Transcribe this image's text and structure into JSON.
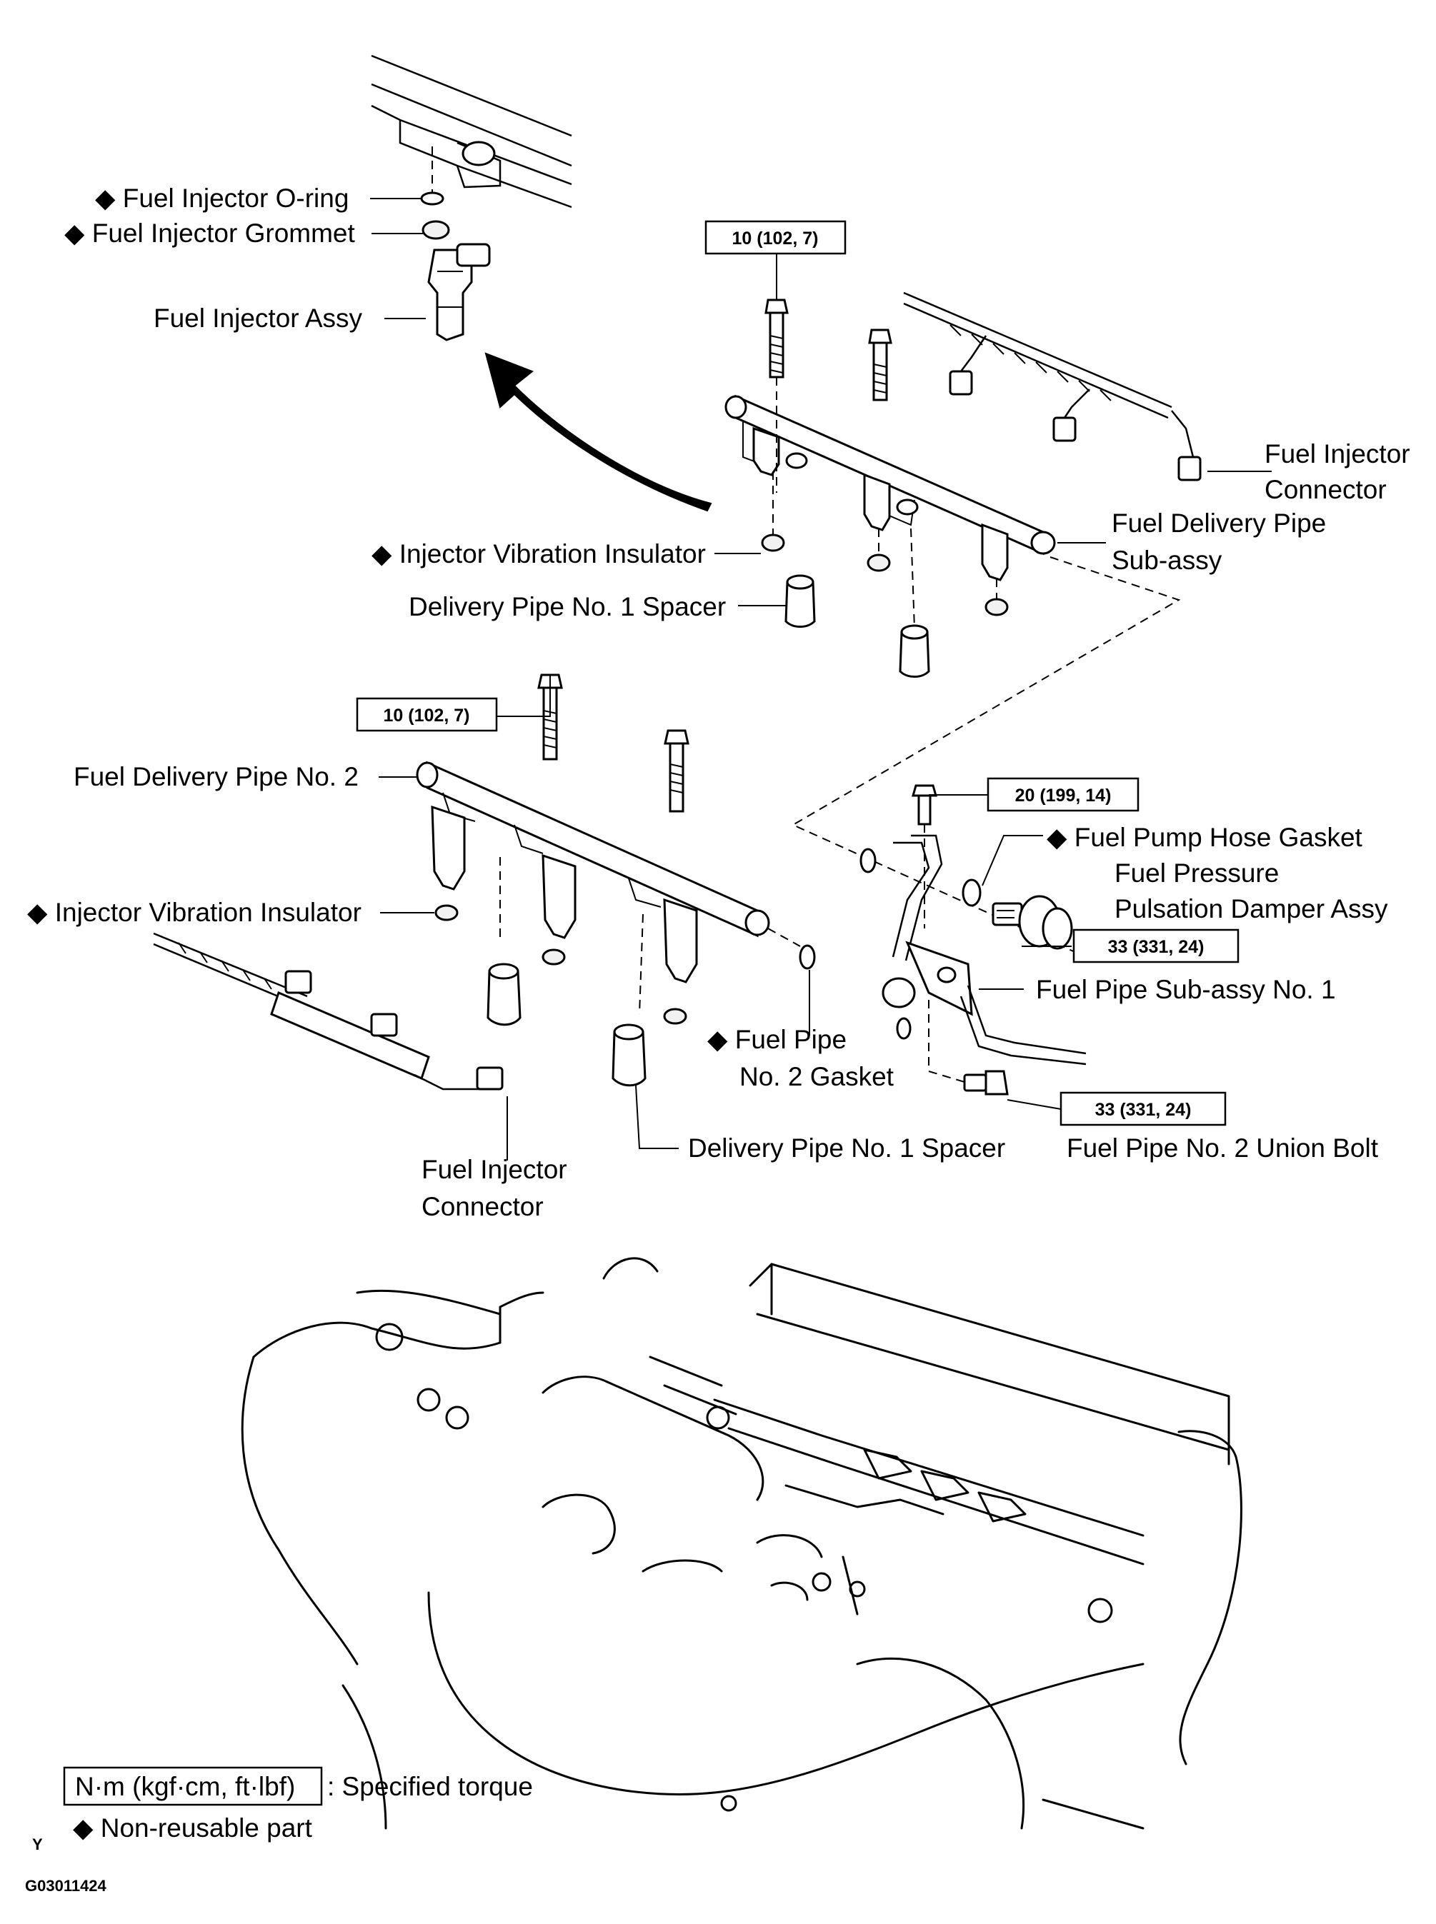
{
  "callouts": {
    "oring": "◆ Fuel Injector O-ring",
    "grommet": "◆ Fuel Injector Grommet",
    "injector_assy": "Fuel Injector Assy",
    "connector_top_1": "Fuel Injector",
    "connector_top_2": "Connector",
    "delivery_pipe_1": "Fuel Delivery Pipe",
    "delivery_pipe_2": "Sub-assy",
    "insulator_top": "◆ Injector Vibration Insulator",
    "spacer_top": "Delivery Pipe No. 1 Spacer",
    "delivery_pipe_no2": "Fuel Delivery Pipe No. 2",
    "pump_hose_gasket": "◆ Fuel Pump Hose Gasket",
    "damper_1": "Fuel Pressure",
    "damper_2": "Pulsation Damper Assy",
    "insulator_bottom": "◆ Injector Vibration Insulator",
    "fuel_pipe_subassy": "Fuel Pipe Sub-assy No. 1",
    "gasket_no2_1": "◆ Fuel Pipe",
    "gasket_no2_2": "No. 2 Gasket",
    "spacer_bottom": "Delivery Pipe No. 1 Spacer",
    "union_bolt": "Fuel Pipe No. 2 Union Bolt",
    "connector_bottom_1": "Fuel Injector",
    "connector_bottom_2": "Connector"
  },
  "torque": {
    "t1": "10 (102, 7)",
    "t2": "10 (102, 7)",
    "t3": "20 (199, 14)",
    "t4": "33 (331, 24)",
    "t5": "33 (331, 24)"
  },
  "legend": {
    "torque_box": "N·m (kgf·cm, ft·lbf)",
    "torque_text": ": Specified torque",
    "nonreusable": "◆ Non-reusable part"
  },
  "footer": {
    "code": "G03011424",
    "mark": "Y"
  }
}
